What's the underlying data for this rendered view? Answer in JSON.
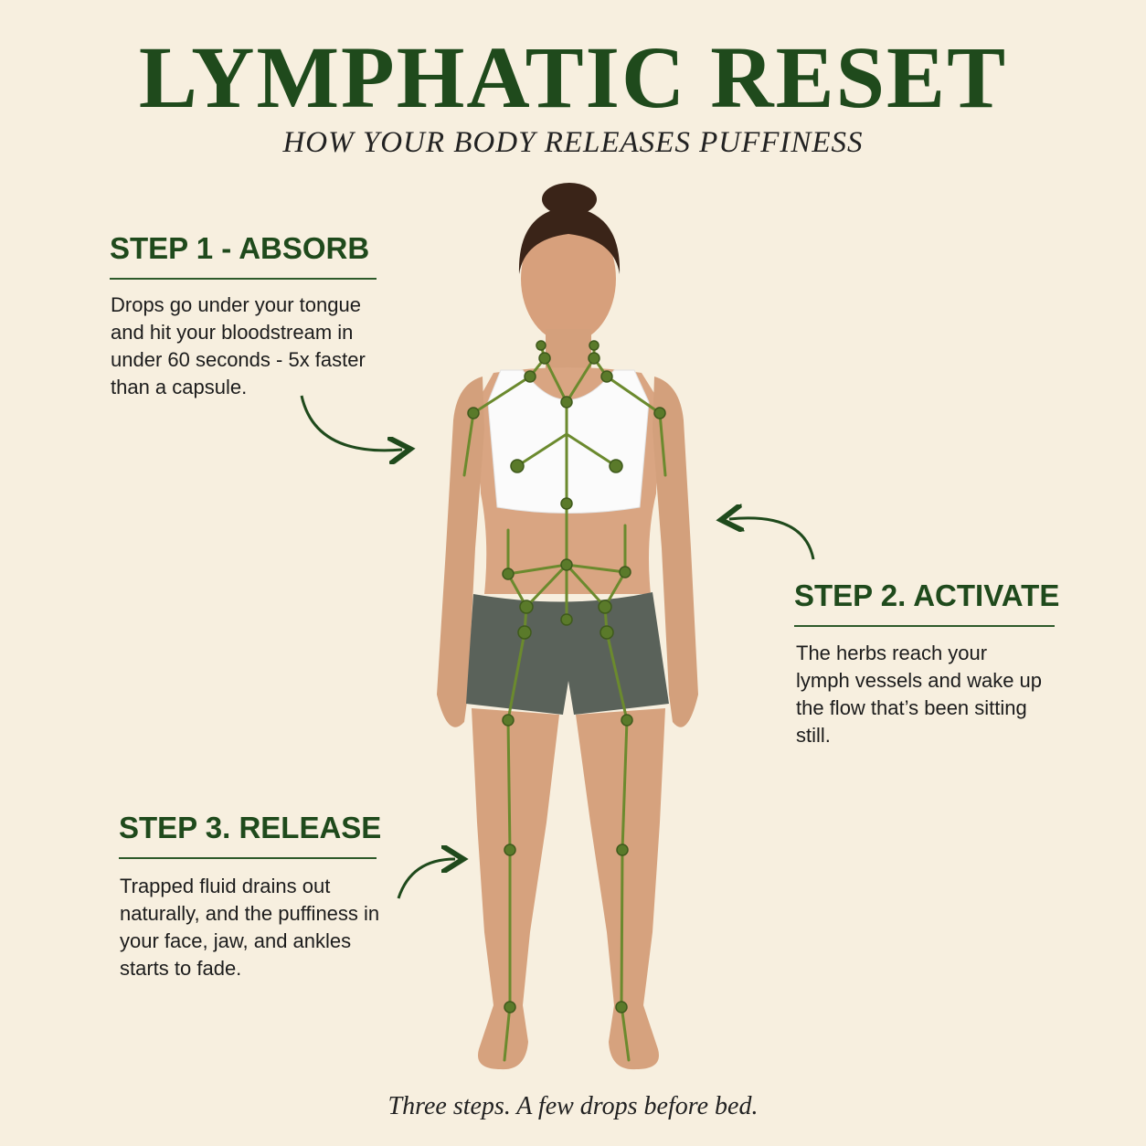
{
  "header": {
    "title": "LYMPHATIC RESET",
    "subtitle": "HOW YOUR BODY RELEASES PUFFINESS"
  },
  "steps": [
    {
      "heading": "STEP 1 - ABSORB",
      "text": "Drops go under your tongue and hit your bloodstream in under 60 seconds - 5x faster than a capsule."
    },
    {
      "heading": "STEP 2. ACTIVATE",
      "text": "The herbs reach your lymph vessels and wake up the flow that’s been sitting still."
    },
    {
      "heading": "STEP 3. RELEASE",
      "text": "Trapped fluid drains out naturally, and the puffiness in your face, jaw, and ankles starts to fade."
    }
  ],
  "footer": {
    "tagline": "Three steps. A few drops before bed."
  },
  "colors": {
    "background": "#f7efdf",
    "accent_green": "#1f4a1c",
    "lymph_line": "#6b8a2e",
    "lymph_node": "#5a7a2a"
  }
}
